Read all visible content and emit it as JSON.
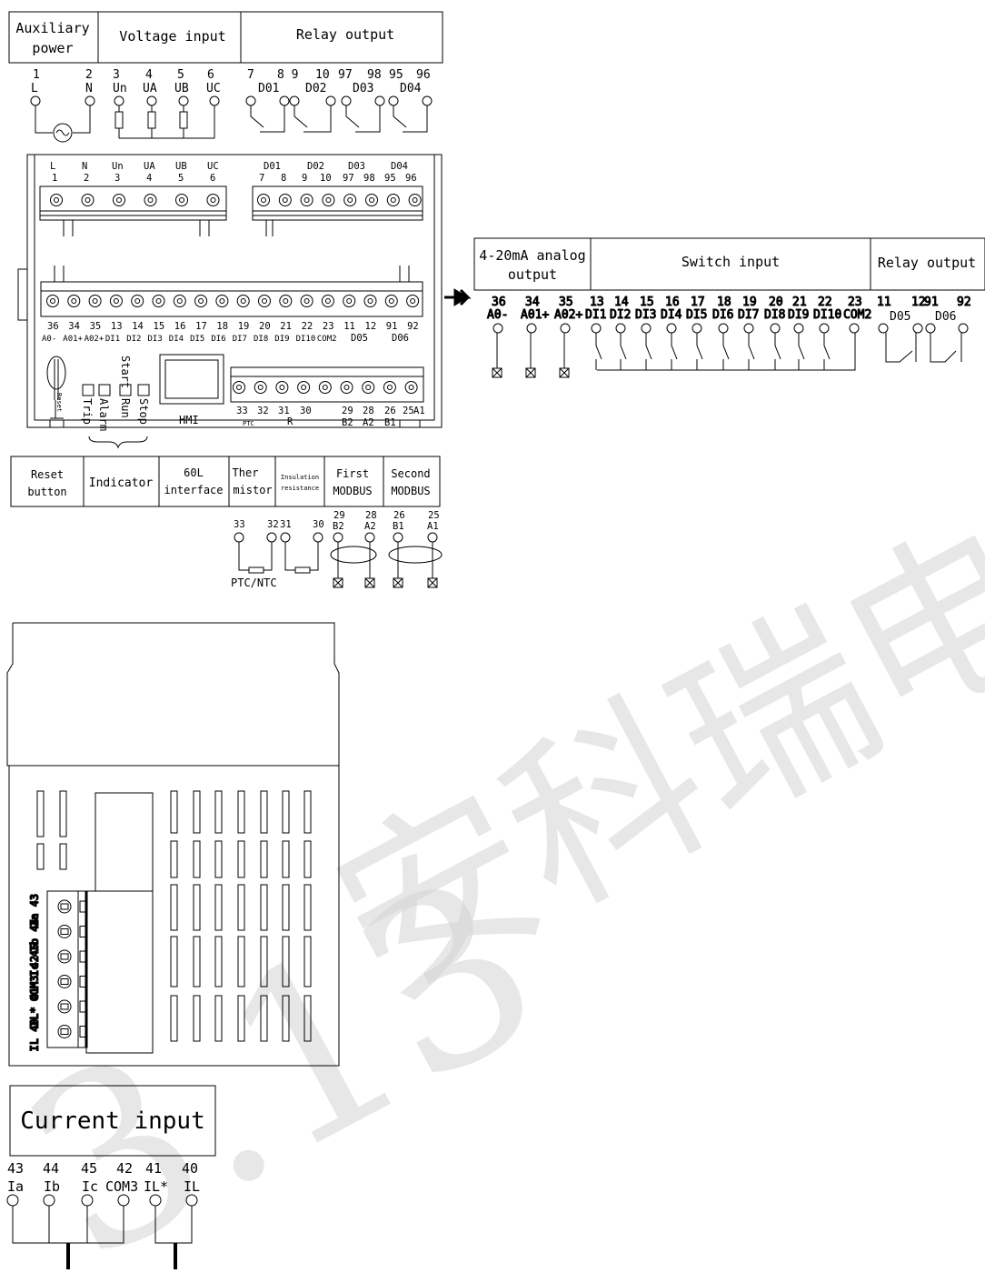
{
  "watermark": {
    "text": "安科瑞电气股",
    "digits": "3.13"
  },
  "top_terminals": {
    "headers": {
      "aux": "Auxiliary power",
      "voltage": "Voltage input",
      "relay": "Relay output"
    },
    "numbers": [
      "1",
      "2",
      "3",
      "4",
      "5",
      "6",
      "7",
      "8 9",
      "10",
      "97",
      "98",
      "95",
      "96"
    ],
    "letters": [
      "L",
      "N",
      "Un",
      "UA",
      "UB",
      "UC"
    ],
    "relays": [
      "D01",
      "D02",
      "D03",
      "D04"
    ]
  },
  "device_top": {
    "labels": [
      "L",
      "N",
      "Un",
      "UA",
      "UB",
      "UC"
    ],
    "numbers": [
      "1",
      "2",
      "3",
      "4",
      "5",
      "6"
    ],
    "relay_groups": [
      "D01",
      "D02",
      "D03",
      "D04"
    ],
    "relay_numbers": [
      "7",
      "8",
      "9",
      "10",
      "97",
      "98",
      "95",
      "96"
    ],
    "bottom_numbers": [
      "36",
      "34",
      "35",
      "13",
      "14",
      "15",
      "16",
      "17",
      "18",
      "19",
      "20",
      "21",
      "22",
      "23",
      "11",
      "12",
      "91",
      "92"
    ],
    "bottom_labels": [
      "A0-",
      "A01+",
      "A02+",
      "DI1",
      "DI2",
      "DI3",
      "DI4",
      "DI5",
      "DI6",
      "DI7",
      "DI8",
      "DI9",
      "DI10",
      "COM2"
    ],
    "bottom_relays": [
      "D05",
      "D06"
    ],
    "indicators": [
      "Trip",
      "Alarm",
      "Start",
      "Run",
      "Stop"
    ],
    "reset": "Reset",
    "hmi": "HMI",
    "lower_numbers": [
      "33",
      "32",
      "31",
      "30",
      "29",
      "28",
      "26",
      "25",
      "A1"
    ],
    "lower_labels": [
      "PTC",
      "R",
      "B2",
      "A2",
      "B1"
    ]
  },
  "bottom_headers": {
    "reset": "Reset button",
    "indicator": "Indicator",
    "sixtyL": "60L interface",
    "thermistor": "Thermistor",
    "insulation": "Insulation resistance",
    "first_modbus": "First MODBUS",
    "second_modbus": "Second MODBUS",
    "numbers": [
      "33",
      "32",
      "31",
      "30",
      "29",
      "28",
      "26",
      "25"
    ],
    "labels": [
      "B2",
      "A2",
      "B1",
      "A1"
    ],
    "ptc": "PTC/NTC"
  },
  "right_terminals": {
    "headers": {
      "analog": "4-20mA analog output",
      "switch": "Switch input",
      "relay": "Relay output"
    },
    "numbers": [
      "36",
      "34",
      "35",
      "13",
      "14",
      "15",
      "16",
      "17",
      "18",
      "19",
      "20",
      "21",
      "22",
      "23",
      "11",
      "12",
      "91",
      "92"
    ],
    "labels": [
      "A0-",
      "A01+",
      "A02+",
      "DI1",
      "DI2",
      "DI3",
      "DI4",
      "DI5",
      "DI6",
      "DI7",
      "DI8",
      "DI9",
      "DI10",
      "COM2"
    ],
    "relays": [
      "D05",
      "D06"
    ]
  },
  "ct_module": {
    "pins": [
      "Ia 43",
      "Ib 44",
      "Ic 45",
      "COM3 42",
      "IL* 41",
      "IL 40"
    ]
  },
  "current_input": {
    "header": "Current input",
    "numbers": [
      "43",
      "44",
      "45",
      "42",
      "41",
      "40"
    ],
    "labels": [
      "Ia",
      "Ib",
      "Ic",
      "COM3",
      "IL*",
      "IL"
    ]
  }
}
